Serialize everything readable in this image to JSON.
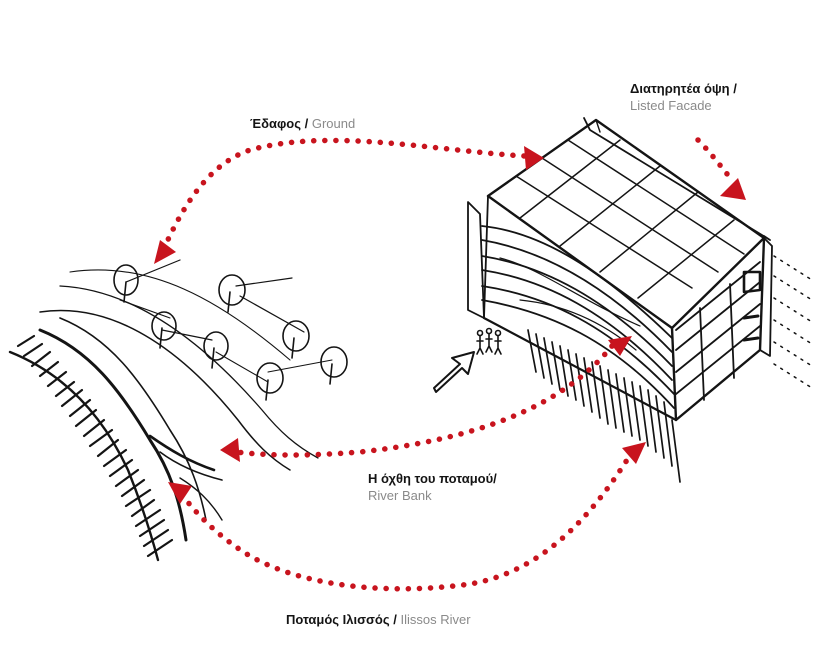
{
  "colors": {
    "arrow": "#c8141e",
    "sketch": "#141414",
    "english_text": "#8a8a8a"
  },
  "labels": {
    "ground": {
      "greek": "Έδαφος /",
      "english": "Ground"
    },
    "facade": {
      "greek": "Διατηρητέα όψη /",
      "english": "Listed Facade"
    },
    "riverbank": {
      "greek": "Η όχθη του ποταμού/",
      "english": "River Bank"
    },
    "river": {
      "greek": "Ποταμός Ιλισσός /",
      "english": "Ilissos River"
    }
  },
  "icons": {
    "entrance": "outline-arrow-icon",
    "people": "people-figures-icon",
    "trees": "tree-icon"
  }
}
